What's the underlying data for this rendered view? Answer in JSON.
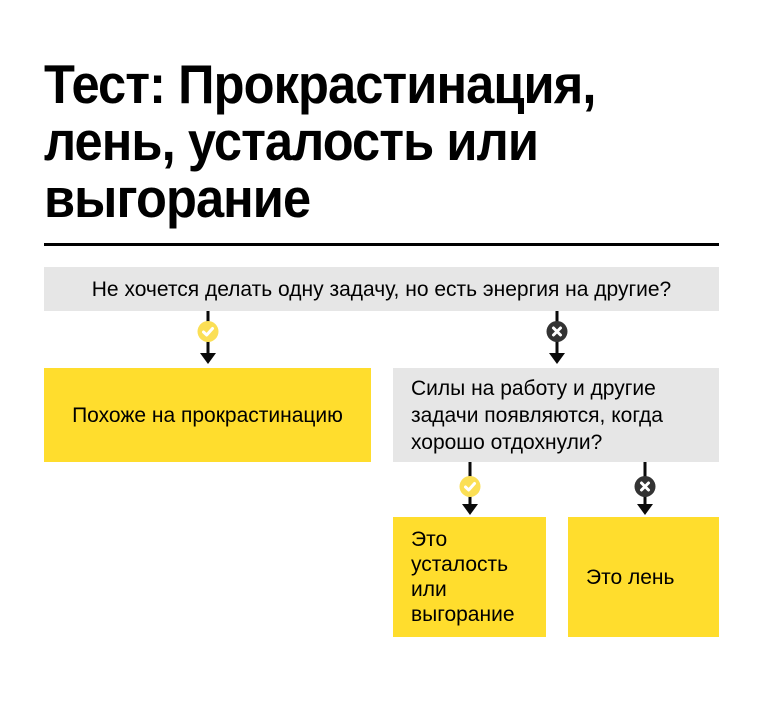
{
  "title": "Тест: Прокрастинация,\nлень, усталость или\nвыгорание",
  "flow": {
    "question1": "Не хочется делать одну задачу, но есть энергия на другие?",
    "result_procrastination": "Похоже на прокрастинацию",
    "question2": "Силы на работу и другие\nзадачи появляются, когда\nхорошо отдохнули?",
    "result_fatigue": "Это\nусталость\nили\nвыгорание",
    "result_laziness": "Это лень"
  },
  "icons": {
    "yes": "check-icon",
    "no": "cross-icon"
  },
  "colors": {
    "accent_yellow": "#FFDD2D",
    "box_gray": "#E6E6E6",
    "badge_yes_yellow": "#FBDF55",
    "badge_no_dark": "#333333",
    "divider_black": "#000000",
    "text_black": "#000000",
    "background_white": "#FFFFFF"
  }
}
